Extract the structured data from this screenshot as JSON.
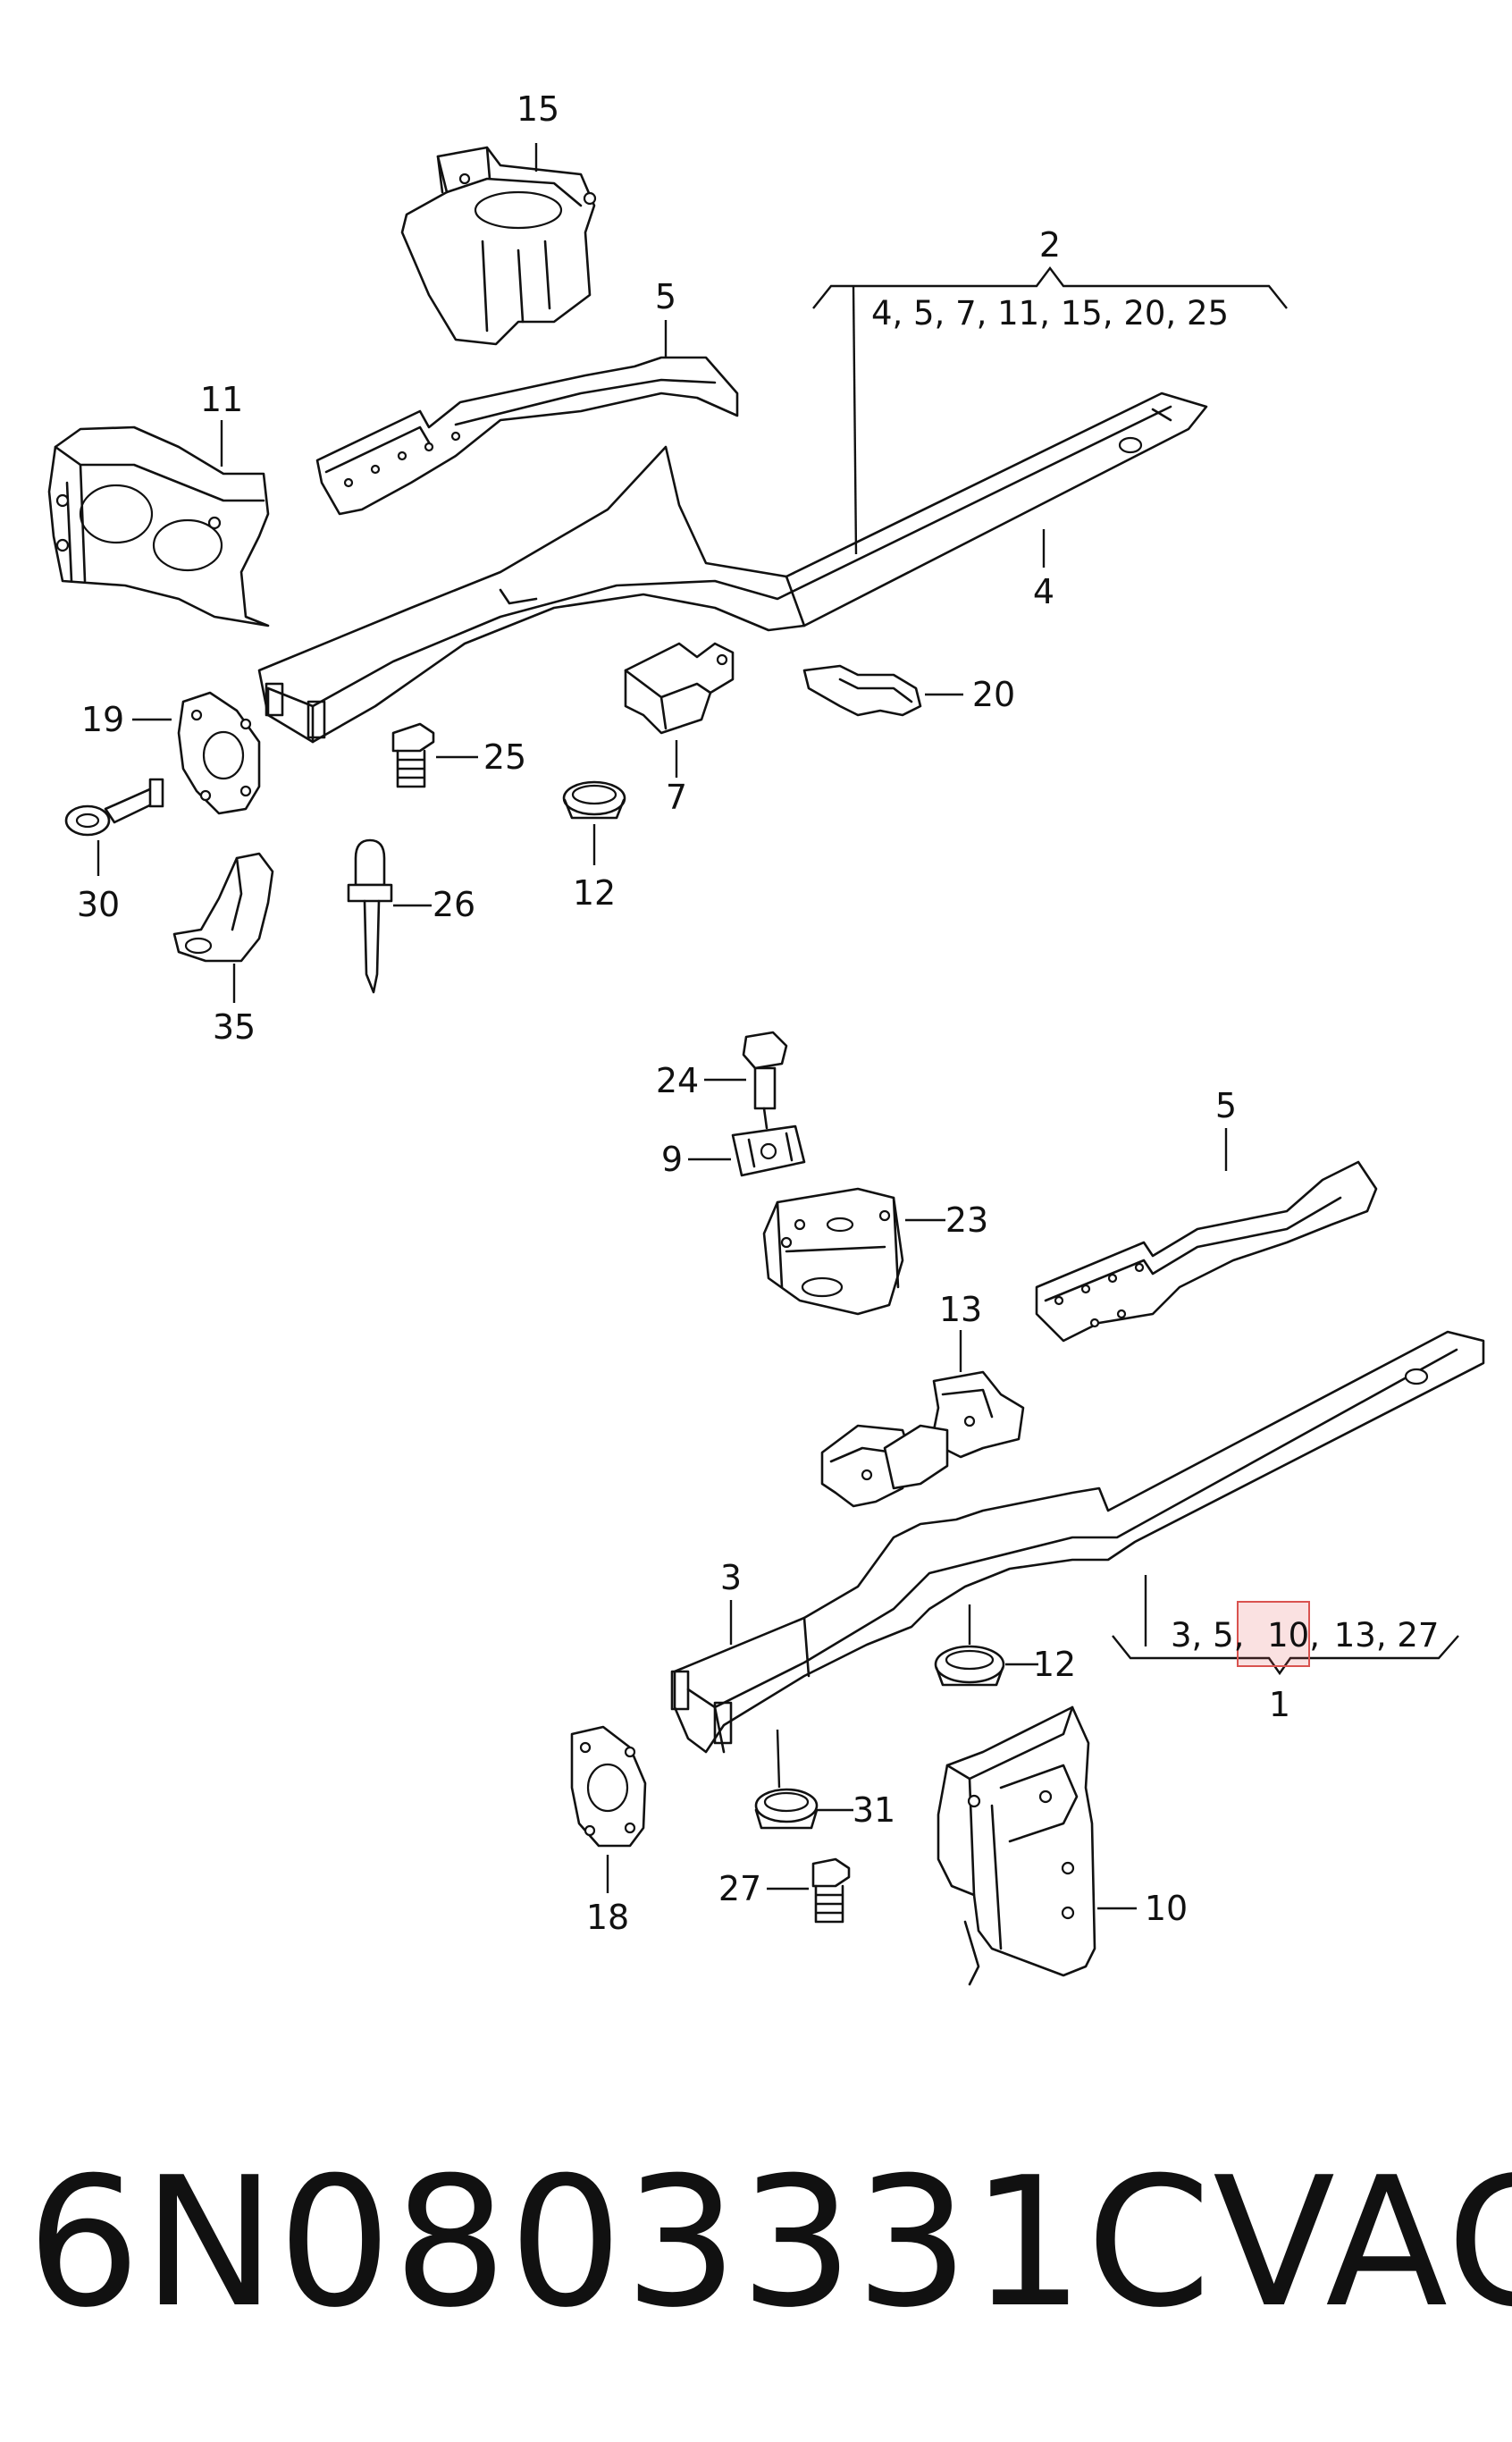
{
  "callouts": {
    "c15": "15",
    "c2": "2",
    "c5_top": "5",
    "c11": "11",
    "c4": "4",
    "c19": "19",
    "c25": "25",
    "c7": "7",
    "c20": "20",
    "c30": "30",
    "c12_top": "12",
    "c26": "26",
    "c35": "35",
    "c24": "24",
    "c9": "9",
    "c23": "23",
    "c5_bottom": "5",
    "c13": "13",
    "c3": "3",
    "c12_bottom": "12",
    "c1": "1",
    "c31": "31",
    "c18": "18",
    "c27": "27",
    "c10": "10"
  },
  "groups": {
    "top": {
      "label": "2",
      "members": "4, 5, 7, 11, 15, 20, 25"
    },
    "bottom": {
      "label": "1",
      "members_prefix": "3, 5,",
      "members_highlight": "10,",
      "members_suffix": "13,  27"
    }
  },
  "highlight_color": "#d9534f",
  "footer": {
    "part_number": "6N0803331C",
    "brand": "VAG"
  }
}
